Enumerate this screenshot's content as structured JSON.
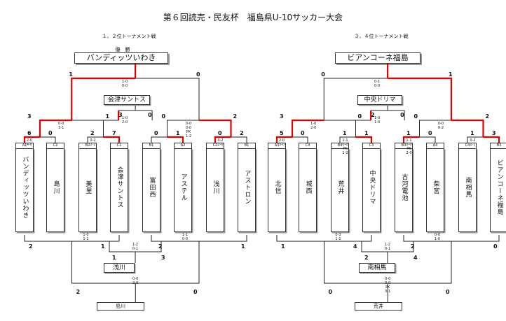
{
  "title": "第６回読売・民友杯　福島県U-10サッカー大会",
  "left": {
    "subtitle": "１、２位トーナメント戦",
    "winner_label": "優　勝",
    "winner": "バンディッツいわき",
    "third_label": "会津サントス",
    "third_bottom": "浅川",
    "final_bottom": "島川",
    "teams": [
      {
        "code": "A1",
        "name": "バンディッツいわき"
      },
      {
        "code": "C2",
        "name": "島川"
      },
      {
        "code": "B2",
        "name": "美里"
      },
      {
        "code": "C1",
        "name": "会津サントス"
      },
      {
        "code": "B1",
        "name": "富田西"
      },
      {
        "code": "A2",
        "name": "アステル"
      },
      {
        "code": "C2",
        "name": "浅川"
      },
      {
        "code": "B1",
        "name": "アストロン"
      }
    ],
    "nums": {
      "f1": "1",
      "f2": "0",
      "s1": "3",
      "s2": "1",
      "s3": "0",
      "s4": "2",
      "sm1": "3",
      "sm2": "0",
      "r1": "6",
      "r2": "0",
      "r3": "2",
      "r4": "7",
      "r5": "0",
      "r6": "1",
      "r7": "0",
      "r8": "2",
      "b1": "2",
      "b2": "1",
      "b3": "2",
      "b4": "1",
      "b5": "1",
      "b6": "3",
      "bf1": "2",
      "bf2": "0"
    },
    "scores": {
      "final": "1-0\n0-0",
      "semi_mid": "1-0\n2-0",
      "sf1": "0-0\n3-1",
      "sf2": "0-0\n0-0\nPK\n1-2",
      "q1": "2-0\n4-0",
      "q2": "0-2\n2-2",
      "q4": "0-2\n2-0",
      "b_l": "1-0\n1-1",
      "b_r": "1-1\n0-0",
      "b_mid": "1-2\n0-1",
      "bf": "0-0\n2-0"
    }
  },
  "right": {
    "subtitle": "３、４位トーナメント戦",
    "winner": "ビアンコーネ福島",
    "third_label": "中央ドリマ",
    "third_bottom": "南相馬",
    "final_bottom": "荒井",
    "teams": [
      {
        "code": "A3",
        "name": "北信"
      },
      {
        "code": "C4",
        "name": "城西"
      },
      {
        "code": "B4",
        "name": "荒井"
      },
      {
        "code": "C3",
        "name": "中央ドリマ"
      },
      {
        "code": "B3",
        "name": "古河電池"
      },
      {
        "code": "A4",
        "name": "柴宮"
      },
      {
        "code": "C4",
        "name": "南相馬"
      },
      {
        "code": "B3",
        "name": "ビアンコーネ福島"
      }
    ],
    "nums": {
      "f1": "0",
      "f2": "1",
      "s1": "3",
      "s2": "0",
      "s3": "0",
      "s4": "2",
      "sm1": "2",
      "sm2": "0",
      "r1": "5",
      "r2": "0",
      "r3": "1",
      "r4": "1",
      "r5": "1",
      "r6": "0",
      "r7": "1",
      "r8": "3",
      "b1": "1",
      "b2": "4",
      "b3": "2",
      "b4": "0",
      "b5": "2",
      "b6": "4",
      "bf1": "0",
      "bf2": "0"
    },
    "scores": {
      "final": "0-1\n0-0",
      "semi_mid": "1-0\n1-0",
      "sf1": "1-0\n2-0",
      "sf2": "0-0\n0-2",
      "q1": "2-0\n3-0",
      "q2": "1-1\n0-0\nPK\n1-2",
      "q3": "1-1\n0-0\nPK\n2-0",
      "q4": "0-2\n1-1",
      "b_l": "0-3\n1-1",
      "b_r": "0-0\n1-0",
      "b_mid": "1-2\n0-1",
      "bf": "0-0\n0-0\nPK\n3-1"
    }
  }
}
